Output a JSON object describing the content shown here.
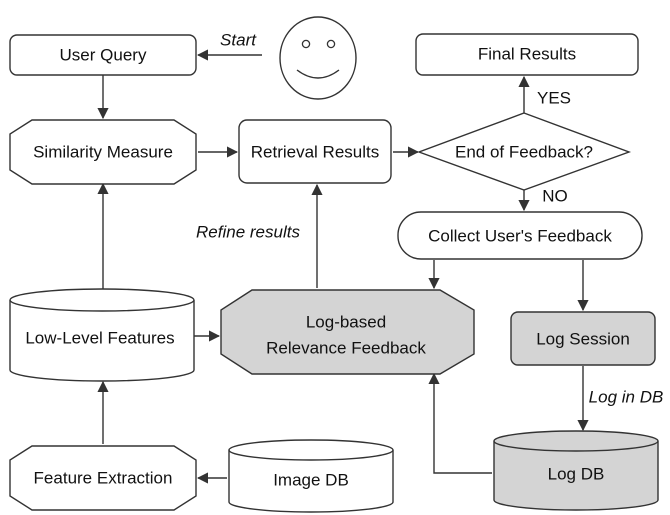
{
  "nodes": {
    "user_query": "User Query",
    "similarity_measure": "Similarity Measure",
    "retrieval_results": "Retrieval Results",
    "final_results": "Final Results",
    "end_of_feedback": "End of Feedback?",
    "collect_feedback": "Collect User's Feedback",
    "low_level_features": "Low-Level Features",
    "log_based_line1": "Log-based",
    "log_based_line2": "Relevance Feedback",
    "log_session": "Log Session",
    "feature_extraction": "Feature Extraction",
    "image_db": "Image DB",
    "log_db": "Log DB"
  },
  "edge_labels": {
    "start": "Start",
    "yes": "YES",
    "no": "NO",
    "refine_results": "Refine results",
    "log_in_db": "Log in DB"
  },
  "colors": {
    "fill": "#ffffff",
    "highlight_fill": "#d4d4d4",
    "stroke": "#333333"
  }
}
